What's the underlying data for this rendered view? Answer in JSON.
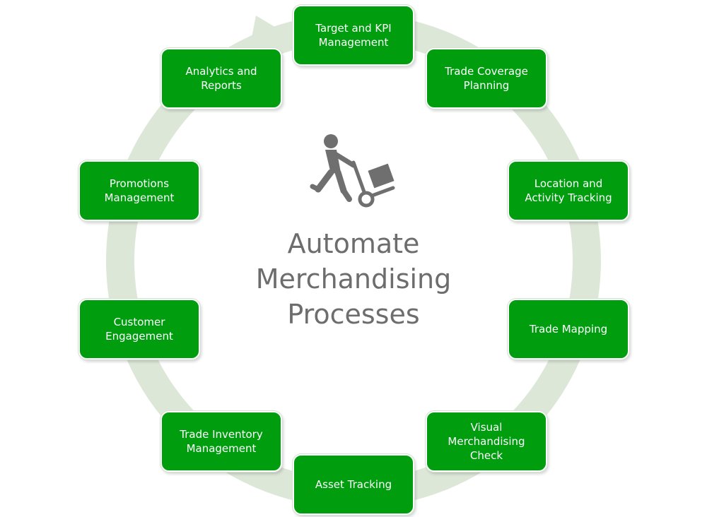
{
  "center": {
    "title": "Automate\nMerchandising\nProcesses",
    "icon": "hand-truck-worker-icon"
  },
  "colors": {
    "node_fill": "#009e0f",
    "node_text": "#ffffff",
    "ring": "#dde7d8",
    "icon": "#6f6f6f",
    "title_text": "#6d6d6d"
  },
  "nodes": [
    {
      "label": "Target and KPI\nManagement"
    },
    {
      "label": "Trade Coverage\nPlanning"
    },
    {
      "label": "Location and\nActivity Tracking"
    },
    {
      "label": "Trade Mapping"
    },
    {
      "label": "Visual\nMerchandising\nCheck"
    },
    {
      "label": "Asset Tracking"
    },
    {
      "label": "Trade Inventory\nManagement"
    },
    {
      "label": "Customer\nEngagement"
    },
    {
      "label": "Promotions\nManagement"
    },
    {
      "label": "Analytics and\nReports"
    }
  ]
}
